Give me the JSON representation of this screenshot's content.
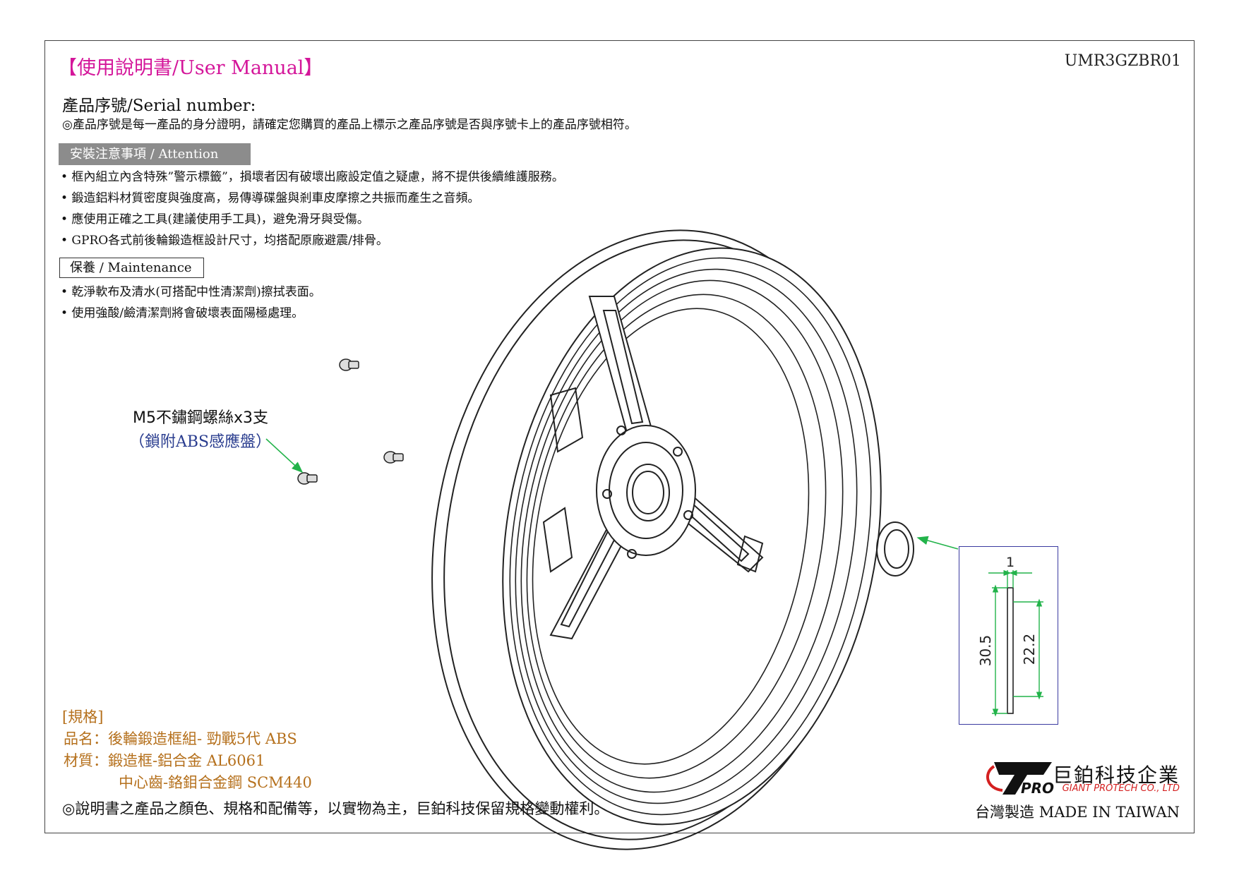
{
  "header": {
    "title": "【使用說明書/User Manual】",
    "doc_code": "UMR3GZBR01"
  },
  "serial": {
    "heading": "產品序號/Serial number:",
    "note": "◎產品序號是每一產品的身分證明，請確定您購買的產品上標示之產品序號是否與序號卡上的產品序號相符。"
  },
  "attention": {
    "heading": "安裝注意事項 / Attention",
    "items": [
      "• 框內組立內含特殊”警示標籤”，損壞者因有破壞出廠設定值之疑慮，將不提供後續維護服務。",
      "• 鍛造鋁料材質密度與強度高，易傳導碟盤與剎車皮摩擦之共振而產生之音頻。",
      "• 應使用正確之工具(建議使用手工具)，避免滑牙與受傷。",
      "• GPRO各式前後輪鍛造框設計尺寸，均搭配原廠避震/排骨。"
    ]
  },
  "maintenance": {
    "heading": "保養 / Maintenance",
    "items": [
      "• 乾淨軟布及清水(可搭配中性清潔劑)擦拭表面。",
      "• 使用強酸/鹼清潔劑將會破壞表面陽極處理。"
    ]
  },
  "diagram": {
    "screw_label": "M5不鏽鋼螺絲x3支",
    "screw_note": "（鎖附ABS感應盤）",
    "dim_thickness": "1",
    "dim_outer": "30.5",
    "dim_inner": "22.2"
  },
  "specs": {
    "heading": "[規格]",
    "name_line": "品名：後輪鍛造框組- 勁戰5代 ABS",
    "material_line1": "材質：鍛造框-鋁合金 AL6061",
    "material_line2": "中心齒-鉻鉬合金鋼 SCM440"
  },
  "footer": {
    "disclaimer": "◎說明書之產品之顏色、規格和配備等，以實物為主，巨鉑科技保留規格變動權利。",
    "company_zh": "巨鉑科技企業",
    "company_en": "GIANT PROTECH CO., LTD",
    "logo_text": "PRO",
    "made_in": "台灣製造 MADE IN TAIWAN"
  },
  "colors": {
    "title": "#d4169a",
    "spec": "#b5701c",
    "leader": "#22b34a",
    "detail_border": "#3a3aa0",
    "logo_red": "#d42020"
  }
}
